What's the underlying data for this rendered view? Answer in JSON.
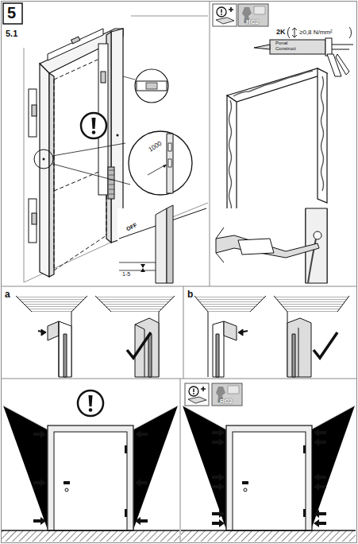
{
  "diagram": {
    "labels": [
      "5",
      "5.1",
      "1000",
      "OFF",
      "1-5",
      "2K",
      "≥0,8 N/mm²",
      "Ponal Construct",
      "RC2",
      "a",
      "b",
      "RC2"
    ]
  }
}
